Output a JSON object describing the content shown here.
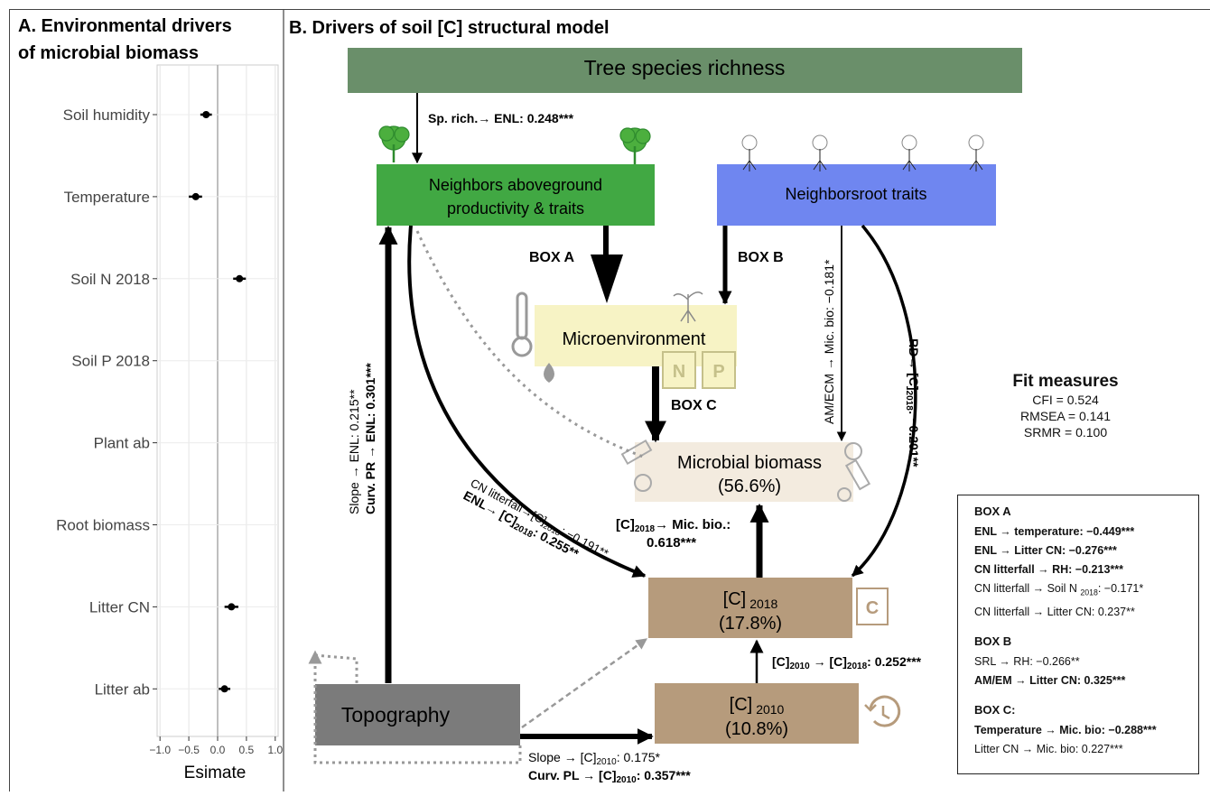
{
  "panel_a": {
    "title_line1": "A. Environmental drivers",
    "title_line2": "of microbial biomass",
    "xlabel": "Esimate",
    "xticks": [
      "−1.0",
      "−0.5",
      "0.0",
      "0.5",
      "1.0"
    ],
    "ylabels": [
      "Soil humidity",
      "Temperature",
      "Soil N 2018",
      "Soil P 2018",
      "Plant ab",
      "Root biomass",
      "Litter CN",
      "Litter ab"
    ]
  },
  "chart_data": {
    "type": "scatter",
    "xlabel": "Esimate",
    "xlim": [
      -1.05,
      1.05
    ],
    "categories": [
      "Soil humidity",
      "Temperature",
      "Soil N 2018",
      "Soil P 2018",
      "Plant ab",
      "Root biomass",
      "Litter CN",
      "Litter ab"
    ],
    "estimates": [
      -0.2,
      -0.38,
      0.38,
      null,
      null,
      null,
      0.24,
      0.12
    ],
    "ci_low": [
      -0.3,
      -0.5,
      0.27,
      null,
      null,
      null,
      0.12,
      0.02
    ],
    "ci_high": [
      -0.1,
      -0.27,
      0.49,
      null,
      null,
      null,
      0.36,
      0.22
    ],
    "grid": true
  },
  "panel_b": {
    "title": "B. Drivers of soil [C] structural model",
    "nodes": {
      "tree": "Tree species richness",
      "neighbors_line1": "Neighbors aboveground",
      "neighbors_line2": "productivity & traits",
      "root": "Neighborsroot traits",
      "micro_env": "Microenvironment",
      "mic_bio_line1": "Microbial biomass",
      "mic_bio_line2": "(56.6%)",
      "c2018_main": "[C]",
      "c2018_sub": "2018",
      "c2018_pct": "(17.8%)",
      "c2010_main": "[C]",
      "c2010_sub": "2010",
      "c2010_pct": "(10.8%)",
      "topo": "Topography",
      "n_box": "N",
      "p_box": "P",
      "c_box": "C"
    },
    "box_labels": {
      "a": "BOX A",
      "b": "BOX B",
      "c": "BOX C"
    },
    "paths": {
      "sprich_pre": "Sp. rich.→ ENL: ",
      "sprich_val": "0.248***",
      "slope_enl": "Slope → ENL: 0.215**",
      "curv_pre": "Curv. PR → ",
      "curv_post": "ENL: 0.301***",
      "amecm": "AM/ECM → Mic. bio: −0.181*",
      "rd_pre": "RD→ [C]",
      "rd_sub": "2018",
      "rd_post": ": −0.201**",
      "cnl_a": "CN litterfall→[C]",
      "cnl_sub": "2018",
      "cnl_b": ": −0.191**",
      "enl_a": "ENL→ [C]",
      "enl_sub": "2018",
      "enl_b": ": 0.255**",
      "c2018_mic_a": "[C]",
      "c2018_mic_sub": "2018",
      "c2018_mic_b": "→ Mic. bio.:",
      "c2018_mic_val": "0.618***",
      "c2010_c2018_a": "[C]",
      "c2010_c2018_sub1": "2010",
      "c2010_c2018_b": " → [C]",
      "c2010_c2018_sub2": "2018",
      "c2010_c2018_c": ": 0.252***",
      "slope_c2010_a": "Slope → [C]",
      "slope_c2010_sub": "2010",
      "slope_c2010_b": ": 0.175*",
      "curvpl_a": "Curv. PL → [C]",
      "curvpl_sub": "2010",
      "curvpl_b": ": 0.357***"
    },
    "fit": {
      "title": "Fit measures",
      "cfi": "CFI = 0.524",
      "rmsea": "RMSEA = 0.141",
      "srmr": "SRMR = 0.100"
    },
    "legend": {
      "box_a_title": "BOX A",
      "a1": "ENL → temperature: −0.449***",
      "a2": "ENL → Litter CN: −0.276***",
      "a3": "CN litterfall → RH: −0.213***",
      "a4_pre": "CN litterfall → Soil N ",
      "a4_sub": "2018",
      "a4_post": ": −0.171*",
      "a5": "CN litterfall → Litter CN: 0.237**",
      "box_b_title": "BOX B",
      "b1": "SRL → RH: −0.266**",
      "b2": "AM/EM → Litter CN: 0.325***",
      "box_c_title": "BOX C:",
      "c1": "Temperature → Mic. bio: −0.288***",
      "c2": "Litter CN → Mic. bio: 0.227***"
    },
    "colors": {
      "tree": "#6a8f6a",
      "neighbors": "#41a843",
      "root": "#6f86f0",
      "micro_env": "#f7f3c5",
      "mic_bio": "#f3ebdf",
      "carbon": "#b69b7c",
      "topo": "#7b7b7b",
      "np_border": "#c5c08a",
      "c_border": "#b69b7c"
    }
  }
}
